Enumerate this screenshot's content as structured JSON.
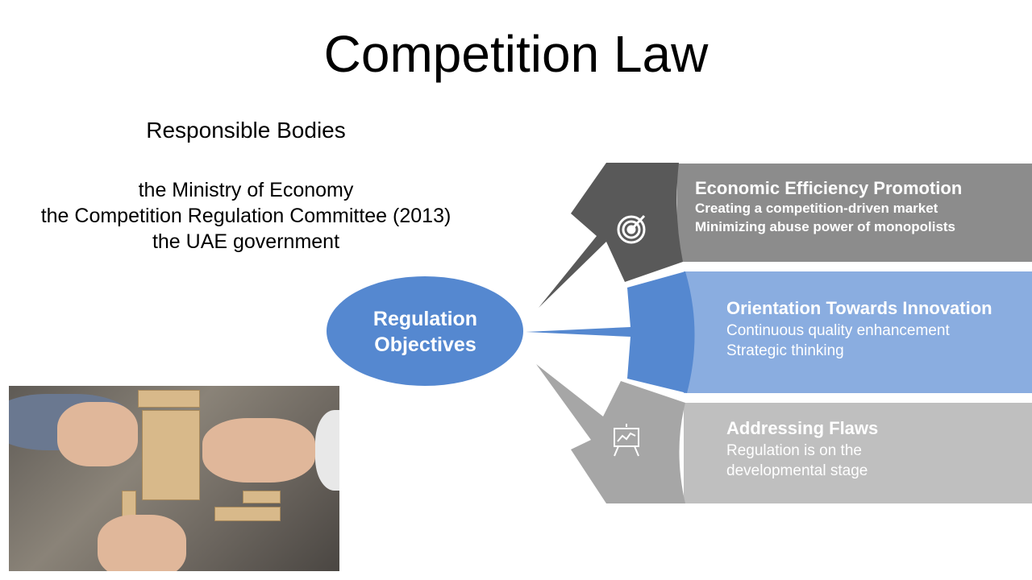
{
  "title": "Competition Law",
  "responsible_bodies": {
    "heading": "Responsible Bodies",
    "items": [
      "the Ministry of Economy",
      "the Competition Regulation Committee (2013)",
      "the UAE government"
    ]
  },
  "center": {
    "line1": "Regulation",
    "line2": "Objectives"
  },
  "objectives": [
    {
      "title": "Economic Efficiency Promotion",
      "lines": [
        "Creating a competition-driven market",
        "Minimizing abuse power of monopolists"
      ],
      "icon": "target-icon"
    },
    {
      "title": "Orientation Towards Innovation",
      "lines": [
        "Continuous quality enhancement",
        "Strategic thinking"
      ]
    },
    {
      "title": "Addressing Flaws",
      "lines": [
        "Regulation is on the",
        "developmental stage"
      ],
      "icon": "presentation-chart-icon"
    }
  ],
  "colors": {
    "dark_gray": "#595959",
    "gray": "#8c8c8c",
    "blue": "#5588d0",
    "light_blue": "#8aade0",
    "mid_gray": "#a6a6a6",
    "light_gray": "#bfbfbf"
  }
}
